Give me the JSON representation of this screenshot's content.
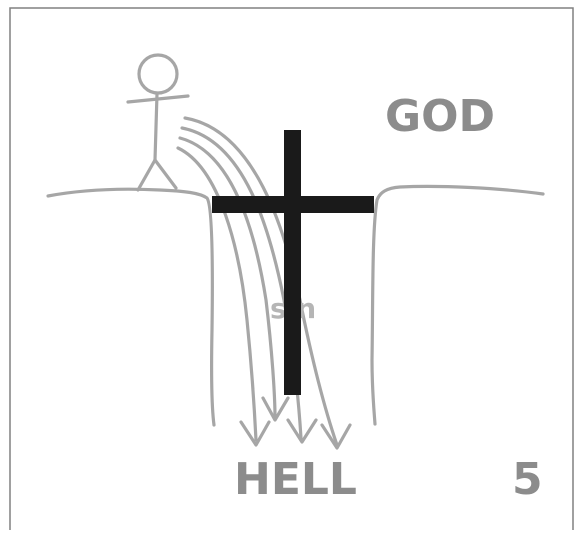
{
  "labels": {
    "god": "GOD",
    "hell": "HELL",
    "sin": "sin",
    "page_number": "5"
  },
  "colors": {
    "background": "#ffffff",
    "drawing_gray": "#a6a6a6",
    "label_gray": "#8c8c8c",
    "cross": "#1a1a1a",
    "frame": "#808080"
  },
  "icons": {
    "figure": "stick-figure-icon",
    "cross": "cross-icon"
  }
}
